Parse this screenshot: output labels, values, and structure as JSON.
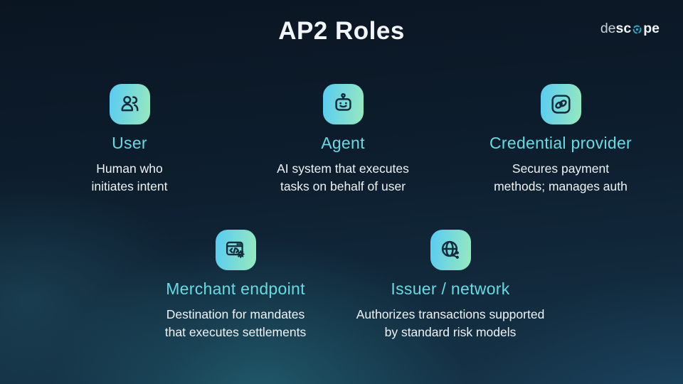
{
  "header": {
    "title": "AP2 Roles",
    "logo": {
      "part_light": "de",
      "part_bold_1": "sc",
      "part_bold_2": "pe",
      "accent_color": "#2fa9c6"
    }
  },
  "colors": {
    "background_top": "#0b1522",
    "background_bottom": "#173449",
    "role_title_text": "#66dbe3",
    "body_text": "#eef3f6",
    "slide_title_text": "#f3f6f8",
    "tile_gradient_start": "#5ccdf0",
    "tile_gradient_end": "#93e8c0",
    "icon_stroke": "#13293c"
  },
  "roles": [
    {
      "icon": "users-icon",
      "title": "User",
      "line1": "Human who",
      "line2": "initiates intent"
    },
    {
      "icon": "bot-icon",
      "title": "Agent",
      "line1": "AI system that executes",
      "line2": "tasks on behalf of user"
    },
    {
      "icon": "credential-rings-icon",
      "title": "Credential provider",
      "line1": "Secures payment",
      "line2": "methods; manages auth"
    },
    {
      "icon": "code-window-gear-icon",
      "title": "Merchant endpoint",
      "line1": "Destination for mandates",
      "line2": "that executes settlements"
    },
    {
      "icon": "globe-network-icon",
      "title": "Issuer / network",
      "line1": "Authorizes transactions supported",
      "line2": "by standard risk models"
    }
  ]
}
